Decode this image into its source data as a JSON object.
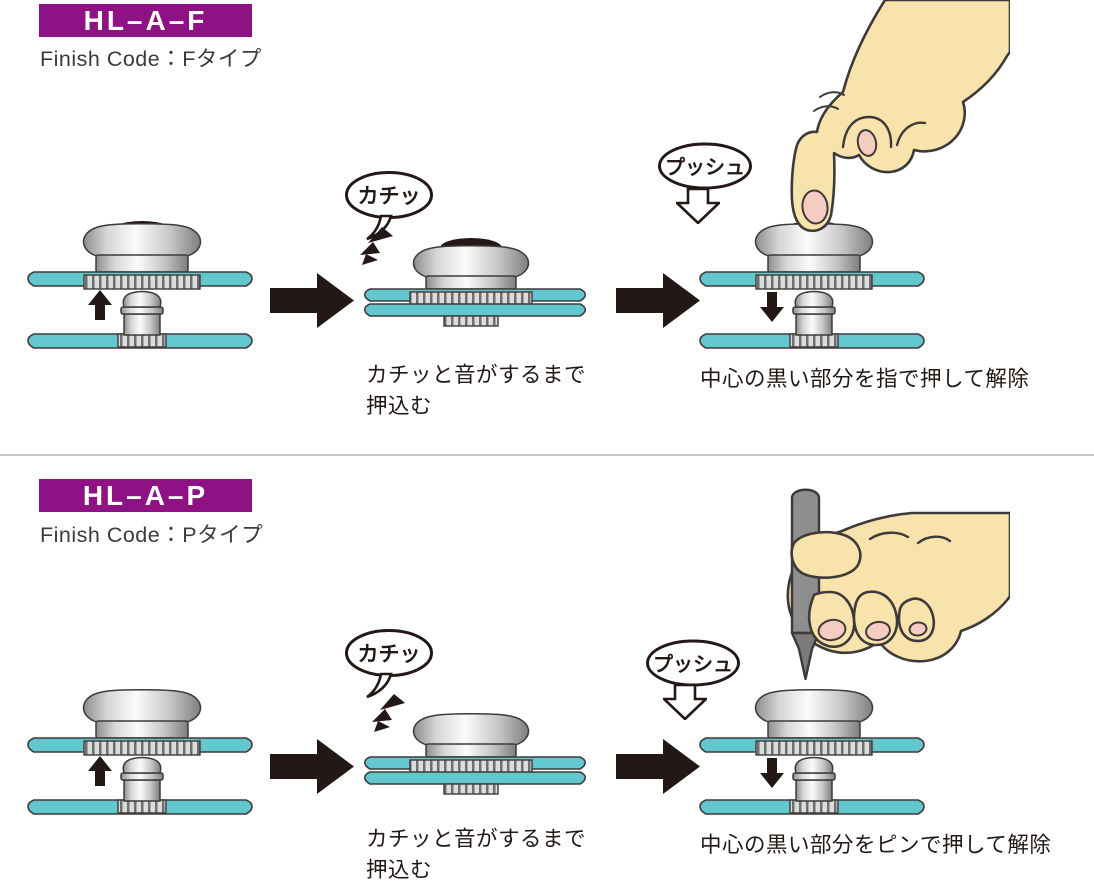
{
  "colors": {
    "badge": "#8E1283",
    "panel": "#62C7CF",
    "ink": "#231815",
    "outline": "#3E3A39",
    "hand": "#F8E3AC",
    "nail": "#F5CCC1",
    "pen": "#8E8E8F",
    "divider": "#C6C7C8"
  },
  "sections": [
    {
      "model": "HL–A–F",
      "finish_code": "Finish Code：Fタイプ",
      "click_label": "カチッ",
      "push_label": "プッシュ",
      "step2_caption_line1": "カチッと音がするまで",
      "step2_caption_line2": "押込む",
      "step3_caption": "中心の黒い部分を指で押して解除"
    },
    {
      "model": "HL–A–P",
      "finish_code": "Finish Code：Pタイプ",
      "click_label": "カチッ",
      "push_label": "プッシュ",
      "step2_caption_line1": "カチッと音がするまで",
      "step2_caption_line2": "押込む",
      "step3_caption": "中心の黒い部分をピンで押して解除"
    }
  ]
}
